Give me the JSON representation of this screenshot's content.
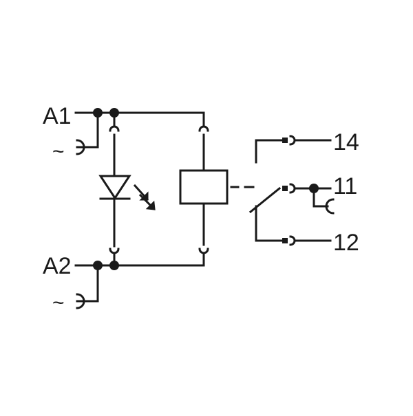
{
  "terminals": {
    "a1": "A1",
    "a2": "A2",
    "t14": "14",
    "t11": "11",
    "t12": "12",
    "tilde_top": "~",
    "tilde_bottom": "~"
  },
  "colors": {
    "ink": "#1a1a1a",
    "background": "#ffffff"
  },
  "icons": [
    "led-icon",
    "relay-coil-icon",
    "changeover-contact-icon",
    "plug-connector-icon",
    "bridge-hook-icon"
  ]
}
